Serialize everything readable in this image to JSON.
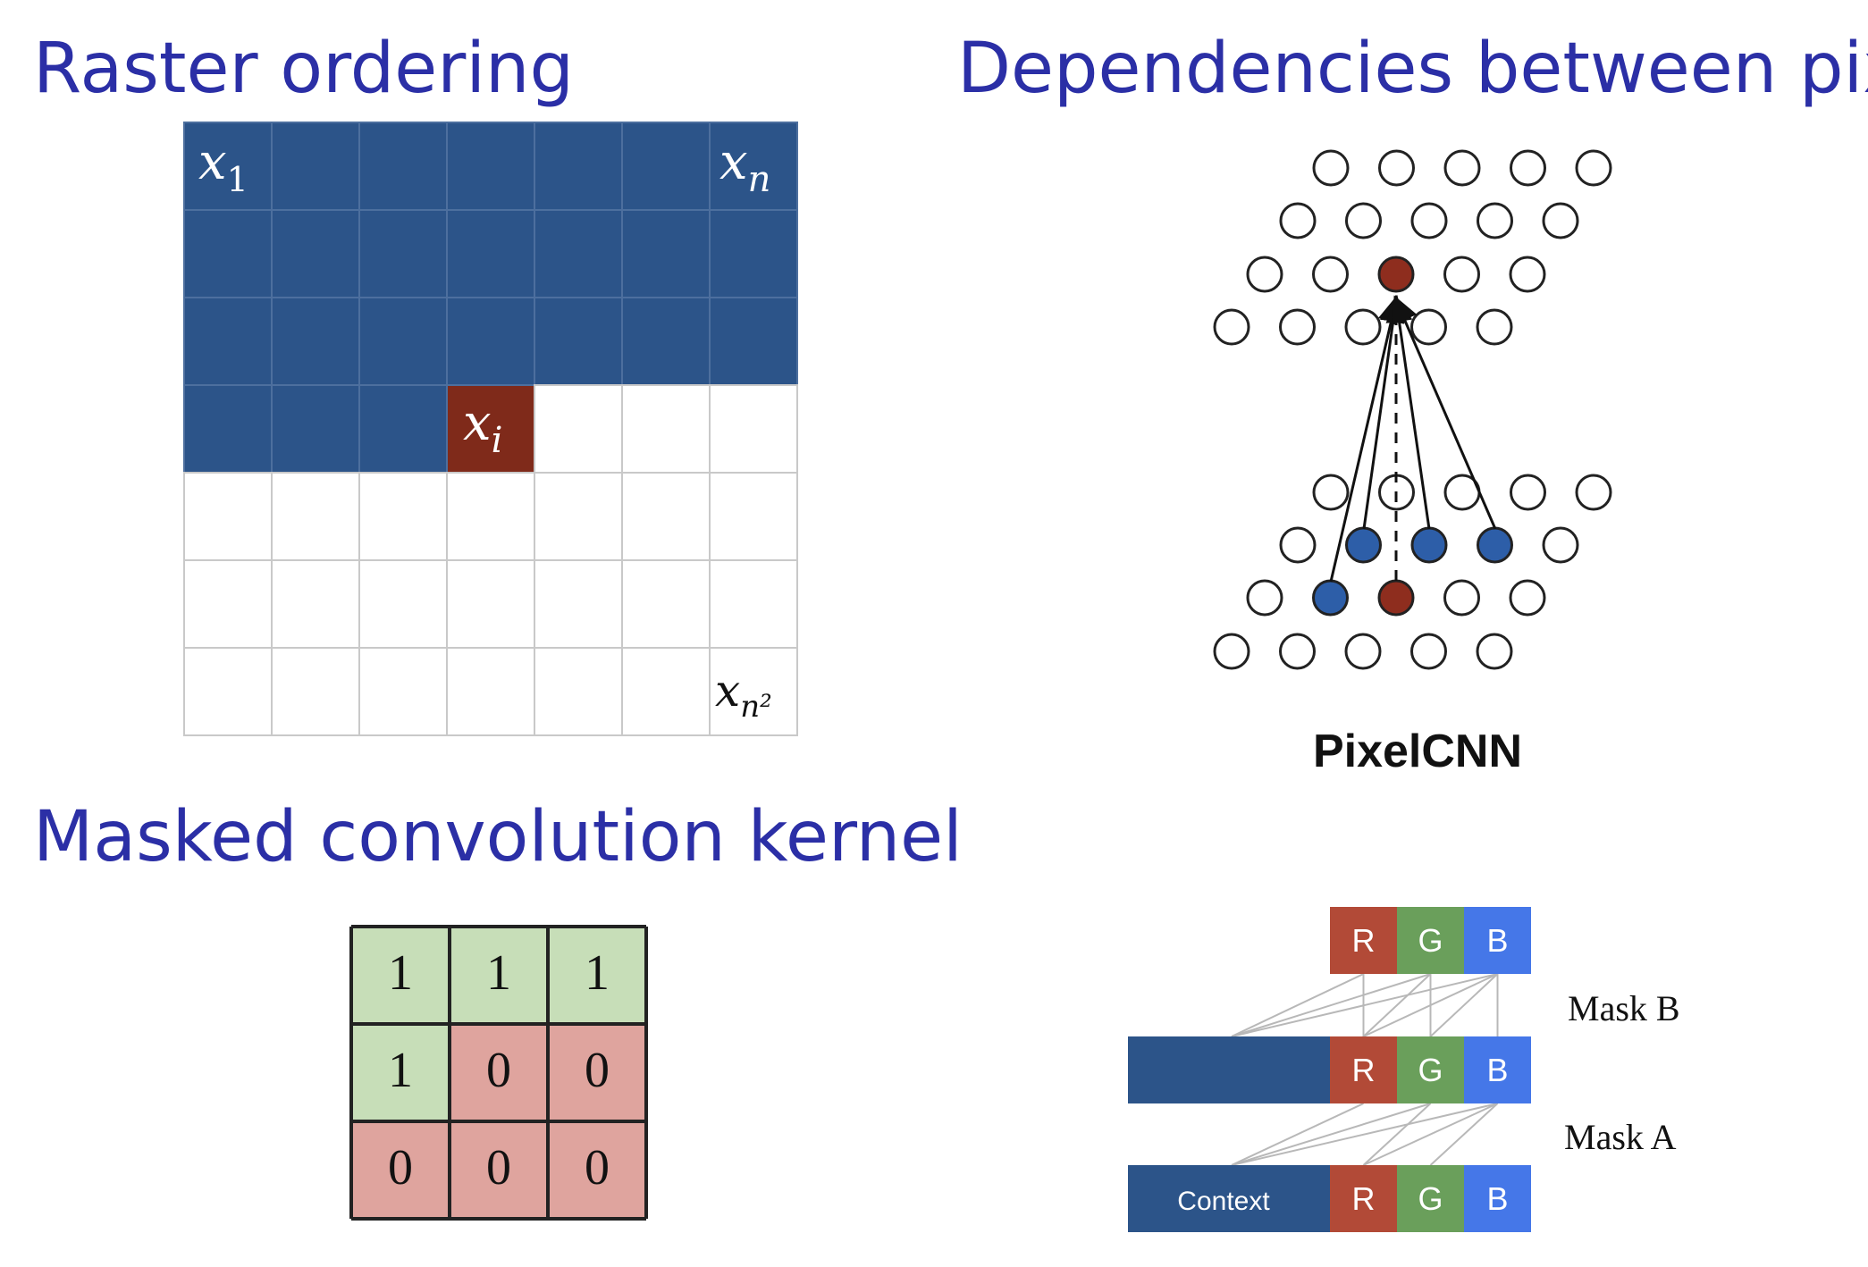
{
  "headings": {
    "raster": "Raster ordering",
    "dependencies": "Dependencies between pixels",
    "masked": "Masked convolution kernel"
  },
  "raster_grid": {
    "rows": 7,
    "cols": 7,
    "current_index": [
      3,
      3
    ],
    "labels": {
      "first": "x",
      "first_sub": "1",
      "nth": "x",
      "nth_sub": "n",
      "current": "x",
      "current_sub": "i",
      "last": "x",
      "last_sub": "n²"
    }
  },
  "pixelcnn": {
    "caption": "PixelCNN"
  },
  "kernel": {
    "values": [
      [
        "1",
        "1",
        "1"
      ],
      [
        "1",
        "0",
        "0"
      ],
      [
        "0",
        "0",
        "0"
      ]
    ]
  },
  "mask_diagram": {
    "channels": [
      "R",
      "G",
      "B"
    ],
    "context_label": "Context",
    "mask_b_label": "Mask B",
    "mask_a_label": "Mask A"
  },
  "colors": {
    "heading": "#2b2fa6",
    "blue_cell": "#2c5489",
    "red_cell": "#7f2a1a",
    "green_kernel": "#c7deb8",
    "red_kernel": "#dfa49e",
    "channel_r": "#b24a37",
    "channel_g": "#6a9f5b",
    "channel_b": "#4577e8",
    "dot_blue": "#2d5ea8",
    "dot_red": "#8e2d1e"
  }
}
